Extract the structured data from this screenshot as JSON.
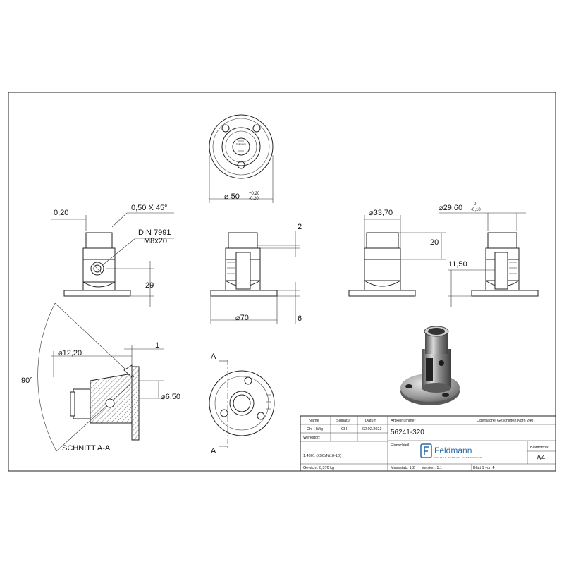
{
  "dimensions": {
    "d50": "⌀ 50",
    "d50_tol_plus": "+0.20",
    "d50_tol_minus": "-0.20",
    "c020": "0,20",
    "chamfer": "0,50 X 45°",
    "din": "DIN 7991",
    "screw": "M8x20",
    "h29": "29",
    "h2": "2",
    "d70": "⌀70",
    "h6": "6",
    "d3370": "⌀33,70",
    "h20": "20",
    "d2960": "⌀29,60",
    "d2960_tol_plus": "0",
    "d2960_tol_minus": "-0,10",
    "h1150": "11,50",
    "d1220": "⌀12,20",
    "d1": "1",
    "d650": "⌀6,50",
    "angle": "90°",
    "section_a": "A",
    "section_label": "SCHNITT A-A"
  },
  "title_block": {
    "h_name": "Name",
    "h_signatur": "Signatur",
    "h_datum": "Datum",
    "h_artikel": "Artikelnummer",
    "h_oberflaeche": "Oberfläche:",
    "oberflaeche_value": "Geschliffen Korn 240",
    "name": "Ch. Häfig",
    "signatur": "CH",
    "datum": "02.02.2023",
    "artikelnummer": "56241-320",
    "h_werkstoff": "Werkstoff:",
    "werkstoff": "1.4301 (X5CrNi18-10)",
    "h_gewicht": "Gewicht: 0,376 kg",
    "h_flanschteil": "Flanschteil",
    "logo_name": "Feldmann",
    "logo_tagline": "EDELSTAHL · ALUMINIUM · SCHWEISSTECHNIK",
    "h_blattformat": "Blattformat",
    "blattformat": "A4",
    "massstab": "Massstab: 1:2",
    "version": "Version: 1.1",
    "blatt": "Blatt 1 von 4"
  }
}
